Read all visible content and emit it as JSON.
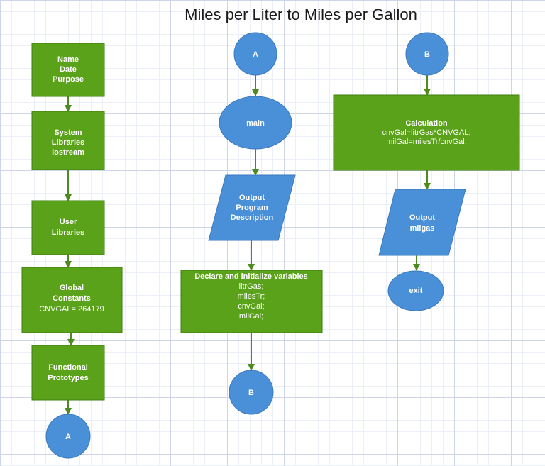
{
  "title": "Miles per Liter to Miles per Gallon",
  "colors": {
    "process_fill": "#5aa219",
    "process_stroke": "#3e7d10",
    "terminal_fill": "#4a90d9",
    "terminal_stroke": "#3b78bb",
    "arrow": "#4d8c1c",
    "text": "#ffffff"
  },
  "nodes": {
    "header": {
      "lines": [
        "Name",
        "Date",
        "Purpose"
      ]
    },
    "system_libraries": {
      "lines": [
        "System",
        "Libraries",
        "iostream"
      ]
    },
    "user_libraries": {
      "lines": [
        "User",
        "Libraries"
      ]
    },
    "global_constants": {
      "lines": [
        "Global",
        "Constants",
        "CNVGAL=.264179"
      ]
    },
    "functional_prototypes": {
      "lines": [
        "Functional",
        "Prototypes"
      ]
    },
    "connector_a_left": {
      "lines": [
        "A"
      ]
    },
    "connector_a_top": {
      "lines": [
        "A"
      ]
    },
    "main": {
      "lines": [
        "main"
      ]
    },
    "output_description": {
      "lines": [
        "Output",
        "Program",
        "Description"
      ]
    },
    "declare_variables": {
      "lines": [
        "Declare and initialize variables",
        "litrGas;",
        "milesTr;",
        "cnvGal;",
        "milGal;"
      ]
    },
    "connector_b_bottom": {
      "lines": [
        "B"
      ]
    },
    "connector_b_top": {
      "lines": [
        "B"
      ]
    },
    "calculation": {
      "lines": [
        "Calculation",
        "cnvGal=litrGas*CNVGAL;",
        "milGal=milesTr/cnvGal;"
      ]
    },
    "output_milgas": {
      "lines": [
        "Output",
        "milgas"
      ]
    },
    "exit": {
      "lines": [
        "exit"
      ]
    }
  }
}
